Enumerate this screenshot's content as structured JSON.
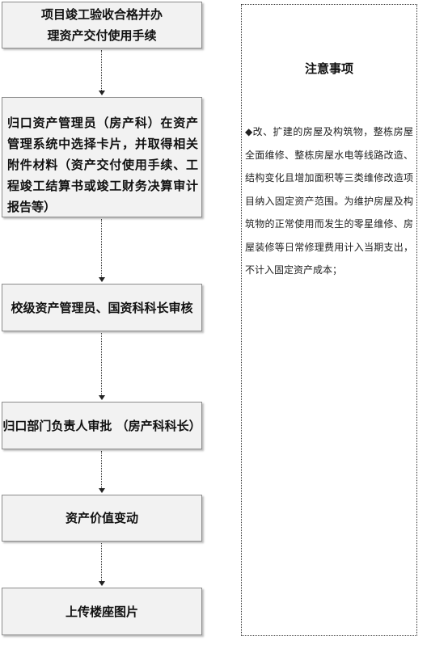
{
  "flow": {
    "steps": [
      {
        "text": "项目竣工验收合格并办理资产交付使用手续"
      },
      {
        "text": "归口资产管理员（房产科）在资产管理系统中选择卡片，并取得相关附件材料（资产交付使用手续、工程竣工结算书或竣工财务决算审计报告等）"
      },
      {
        "text": "校级资产管理员、国资科科长审核"
      },
      {
        "text": "归口部门负责人审批 （房产科科长）"
      },
      {
        "text": "资产价值变动"
      },
      {
        "text": "上传楼座图片"
      }
    ]
  },
  "notes": {
    "title": "注意事项",
    "body": "◆改、扩建的房屋及构筑物，整栋房屋全面维修、整栋房屋水电等线路改造、结构变化且增加面积等三类维修改造项目纳入固定资产范围。为维护房屋及构筑物的正常使用而发生的零星维修、房屋装修等日常修理费用计入当期支出，不计入固定资产成本；"
  }
}
